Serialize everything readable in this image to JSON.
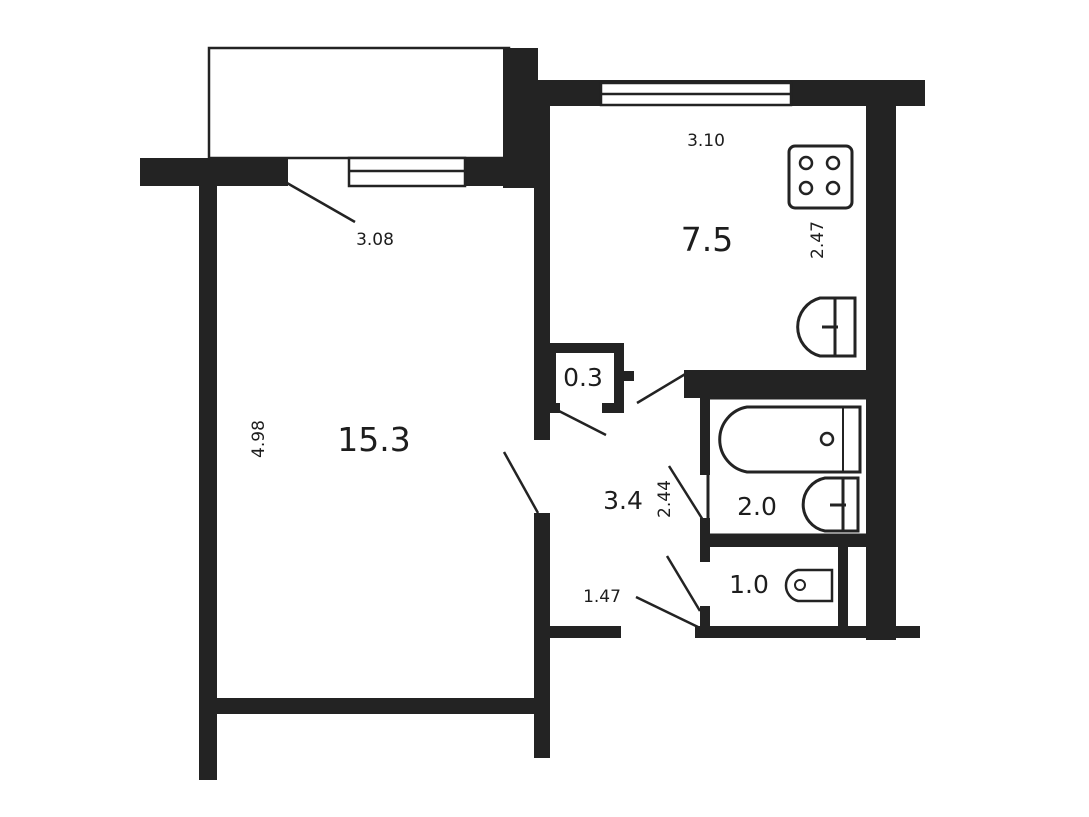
{
  "rooms": {
    "living_area": "15.3",
    "kitchen_area": "7.5",
    "closet_area": "0.3",
    "hall_area": "3.4",
    "bathroom_area": "2.0",
    "toilet_area": "1.0"
  },
  "dimensions": {
    "living_width": "3.08",
    "living_length": "4.98",
    "kitchen_width": "3.10",
    "kitchen_length": "2.47",
    "hall_length": "2.44",
    "hall_width": "1.47"
  },
  "colors": {
    "wall": "#232323",
    "background": "#ffffff"
  }
}
